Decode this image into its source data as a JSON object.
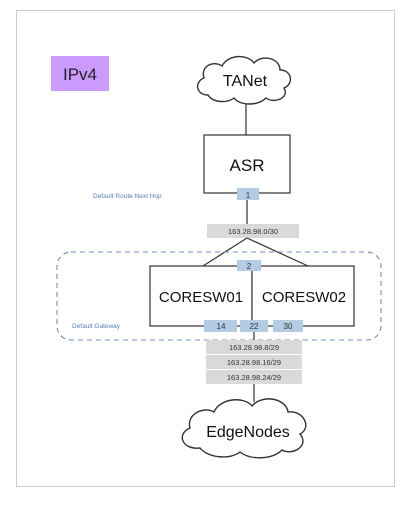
{
  "title_badge": {
    "label": "IPv4"
  },
  "clouds": {
    "top": "TANet",
    "bottom": "EdgeNodes"
  },
  "router": {
    "label": "ASR"
  },
  "switches": {
    "left": "CORESW01",
    "right": "CORESW02"
  },
  "labels": {
    "default_route_next_hop": "Default Route Next Hop",
    "default_gateway": "Default Gateway"
  },
  "ports": {
    "asr": "1",
    "core_top": "2",
    "core_left": "14",
    "core_mid": "22",
    "core_right": "30"
  },
  "subnets": {
    "uplink": "163.28.98.0/30",
    "downlinks": [
      "163.28.98.8/29",
      "163.28.98.16/29",
      "163.28.98.24/29"
    ]
  },
  "colors": {
    "badge": "#cc99ff",
    "tag_blue": "#b4cbe4",
    "subnet_gray": "#d9d9d9",
    "dashed_border": "#6f8fb8",
    "label_blue": "#5b7fb0"
  }
}
